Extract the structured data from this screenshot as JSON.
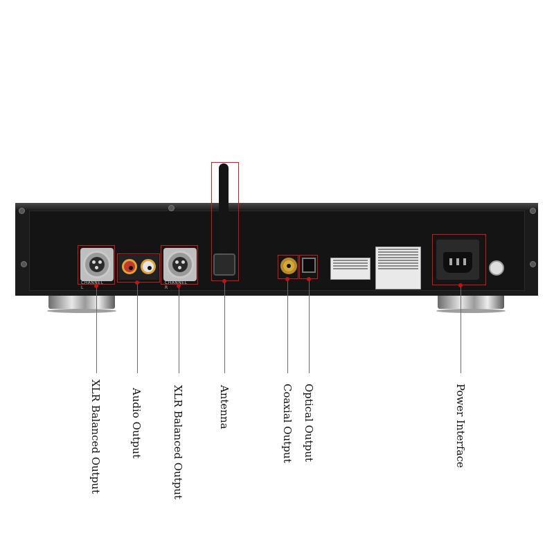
{
  "silkscreen": {
    "channel_l": "CHANNEL L",
    "channel_r": "CHANNEL R"
  },
  "callouts": [
    {
      "id": "xlr-left",
      "label": "XLR Balanced Output"
    },
    {
      "id": "audio",
      "label": "Audio Output"
    },
    {
      "id": "xlr-right",
      "label": "XLR Balanced Output"
    },
    {
      "id": "antenna",
      "label": "Antenna"
    },
    {
      "id": "coaxial",
      "label": "Coaxial Output"
    },
    {
      "id": "optical",
      "label": "Optical Output"
    },
    {
      "id": "power",
      "label": "Power Interface"
    }
  ],
  "colors": {
    "highlight": "#d11818",
    "leader_line": "#6a6a6a",
    "chassis": "#1b1b1b",
    "rca_red": "#c0392b",
    "rca_white": "#e6e6e6"
  }
}
